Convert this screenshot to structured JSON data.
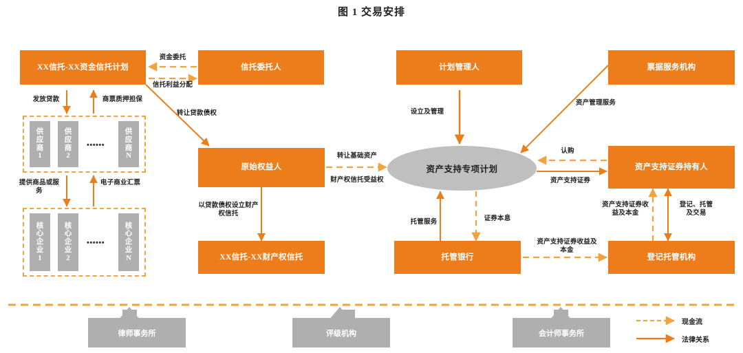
{
  "title": "图 1  交易安排",
  "colors": {
    "orange": "#ED7D1B",
    "orange_light": "#F2A33C",
    "gray_box": "#AFAFAF",
    "gray_ellipse": "#BFBFBF",
    "text_dark": "#231f20",
    "white": "#ffffff"
  },
  "nodes": {
    "fund_trust_plan": "XX信托-XX资金信托计划",
    "trustor": "信托委托人",
    "plan_manager": "计划管理人",
    "note_service_org": "票据服务机构",
    "originator": "原始权益人",
    "abs_special_plan": "资产支持专项计划",
    "abs_holder": "资产支持证券持有人",
    "property_trust": "XX信托-XX财产权信托",
    "custodian_bank": "托管银行",
    "registration_custody_org": "登记托管机构"
  },
  "supplier_group": {
    "items": [
      {
        "lines": [
          "供",
          "应",
          "商",
          "1"
        ]
      },
      {
        "lines": [
          "供",
          "应",
          "商",
          "2"
        ]
      },
      {
        "lines": [
          "供",
          "应",
          "商",
          "N"
        ]
      }
    ],
    "ellipsis": "••••••"
  },
  "core_group": {
    "items": [
      {
        "lines": [
          "核",
          "心",
          "企",
          "业",
          "1"
        ]
      },
      {
        "lines": [
          "核",
          "心",
          "企",
          "业",
          "2"
        ]
      },
      {
        "lines": [
          "核",
          "心",
          "企",
          "业",
          "N"
        ]
      }
    ],
    "ellipsis": "••••••"
  },
  "edge_labels": {
    "fund_entrust": "资金委托",
    "trust_benefit_distribution": "信托利益分配",
    "issue_loan": "发放贷款",
    "note_pledge_guarantee": "商票质押担保",
    "transfer_loan_claim": "转让贷款债权",
    "provide_goods_services": "提供商品或服务",
    "electronic_commercial_draft": "电子商业汇票",
    "establish_property_trust": "以贷款债权设立财产权信托",
    "transfer_base_assets": "转让基础资产",
    "property_trust_beneficiary": "财产权信托受益权",
    "establish_and_manage": "设立及管理",
    "asset_management_service": "资产管理服务",
    "subscribe": "认购",
    "asset_backed_securities": "资产支持证券",
    "custody_service": "托管服务",
    "securities_principal_interest": "证券本息",
    "abs_income_principal_left": "资产支持证券收益及本金",
    "abs_income_principal_mid": "资产支持证券收益及本金",
    "registration_custody_trading": "登记、托管及交易"
  },
  "bottom_nodes": {
    "law_firm": "律师事务所",
    "rating_agency": "评级机构",
    "accounting_firm": "会计师事务所"
  },
  "legend": {
    "cash_flow": "现金流",
    "legal_relation": "法律关系"
  }
}
